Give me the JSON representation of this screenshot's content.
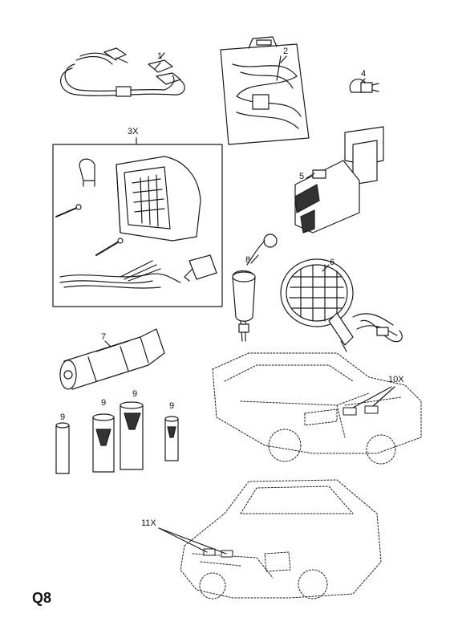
{
  "page_code": "Q8",
  "callouts": {
    "c1": "1",
    "c2": "2",
    "c3": "3X",
    "c4": "4",
    "c5": "5",
    "c6": "6",
    "c7": "7",
    "c8": "8",
    "c9a": "9",
    "c9b": "9",
    "c9c": "9",
    "c9d": "9",
    "c10": "10X",
    "c11": "11X"
  },
  "parts": [
    {
      "id": "1",
      "name": "jumper-cables"
    },
    {
      "id": "2",
      "name": "tow-rope-bag"
    },
    {
      "id": "3X",
      "name": "work-lamp-kit"
    },
    {
      "id": "4",
      "name": "bulb"
    },
    {
      "id": "5",
      "name": "inspection-lamp"
    },
    {
      "id": "6",
      "name": "spot-lamp-with-cord"
    },
    {
      "id": "7",
      "name": "flashlight"
    },
    {
      "id": "8",
      "name": "socket"
    },
    {
      "id": "9",
      "name": "batteries"
    },
    {
      "id": "10X",
      "name": "front-fog-lamps"
    },
    {
      "id": "11X",
      "name": "front-fog-lamps-alt"
    }
  ]
}
